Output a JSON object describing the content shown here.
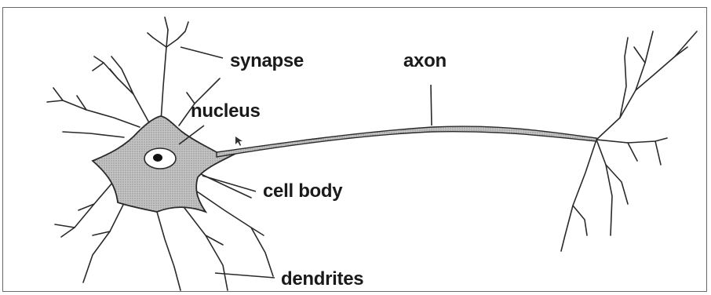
{
  "diagram": {
    "labels": {
      "synapse": "synapse",
      "axon": "axon",
      "nucleus": "nucleus",
      "cell_body": "cell body",
      "dendrites": "dendrites"
    },
    "colors": {
      "outline": "#2a2a2a",
      "cell_fill": "#b8b8b8",
      "axon_fill": "#8c8c8c",
      "label_text": "#1a1a1a"
    }
  }
}
